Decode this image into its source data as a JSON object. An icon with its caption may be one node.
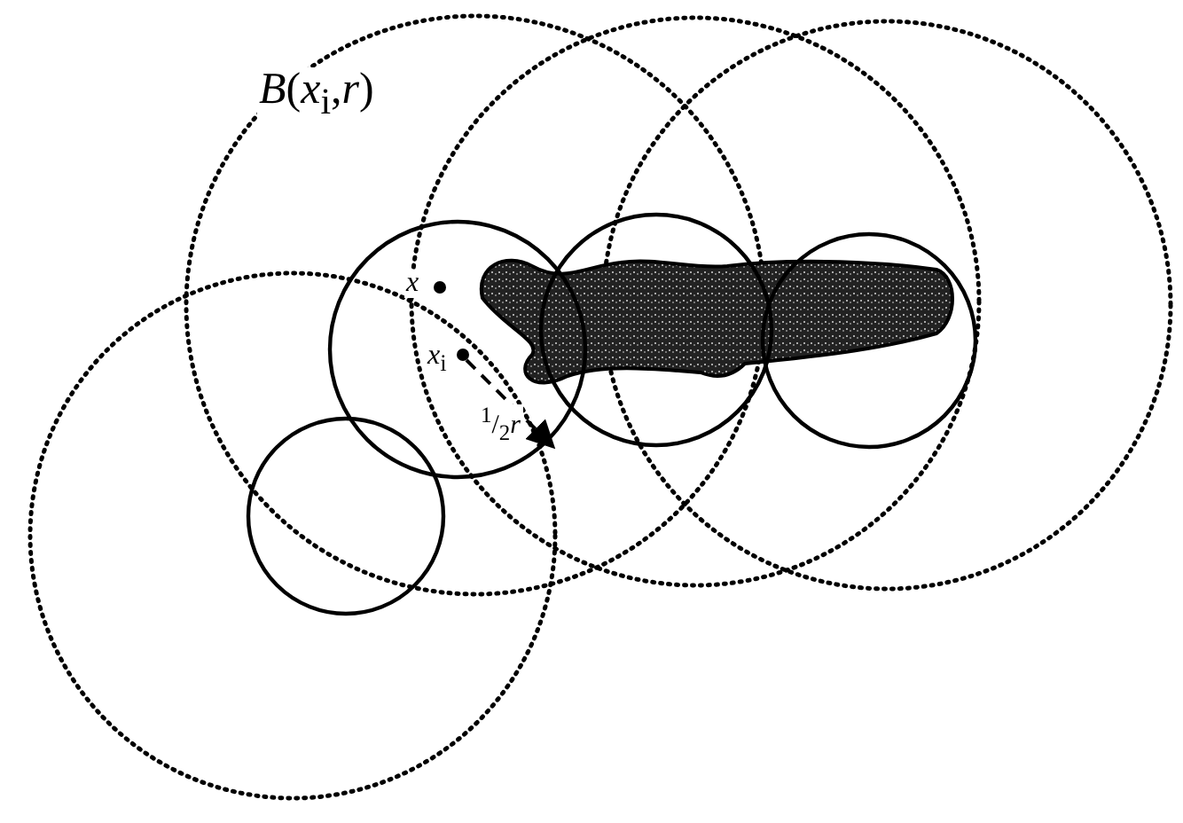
{
  "diagram": {
    "labels": [
      "*B*(*x*$_{i}$,*r*)",
      "*x*",
      "*x*$_{i}$",
      "$^{1}$/$_{2}$*r*"
    ]
  }
}
